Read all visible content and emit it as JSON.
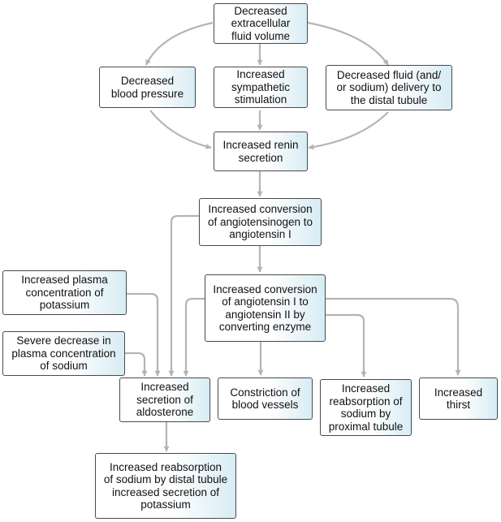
{
  "nodes": {
    "ecf": "Decreased\nextracellular\nfluid volume",
    "bp": "Decreased\nblood pressure",
    "symp": "Increased\nsympathetic\nstimulation",
    "fluid": "Decreased fluid (and/\nor sodium) delivery to\nthe distal tubule",
    "renin": "Increased renin\nsecretion",
    "conv1": "Increased conversion\nof angiotensinogen to\nangiotensin I",
    "conv2": "Increased conversion\nof angiotensin I to\nangiotensin II by\nconverting enzyme",
    "potassium": "Increased plasma\nconcentration of\npotassium",
    "sodium": "Severe decrease in\nplasma concentration\nof sodium",
    "aldo": "Increased\nsecretion of\naldosterone",
    "constrict": "Constriction of\nblood vessels",
    "reabs_prox": "Increased\nreabsorption of\nsodium by\nproximal tubule",
    "thirst": "Increased\nthirst",
    "final": "Increased reabsorption\nof sodium by distal tubule\nincreased secretion of\npotassium"
  },
  "colors": {
    "arrow": "#b4b4b4",
    "box_border": "#4a4a4a",
    "box_fill_start": "#ffffff",
    "box_fill_end": "#d7ecf4"
  }
}
